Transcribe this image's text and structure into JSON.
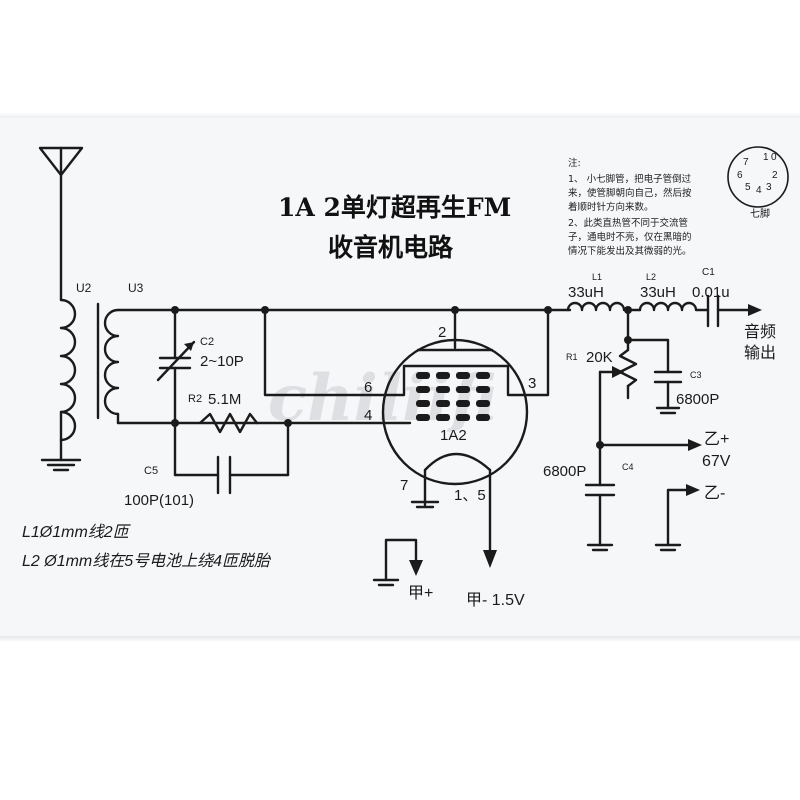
{
  "title": {
    "line1": "1A 2单灯超再生FM",
    "line2": "收音机电路"
  },
  "notes": {
    "heading": "注:",
    "lines": [
      "1、  小七脚管，把电子管倒过",
      "来，使管脚朝向自己，然后按",
      "着顺时针方向来数。",
      "2、此类直热管不同于交流管",
      "子，通电时不亮，仅在黑暗的",
      "情况下能发出及其微弱的光。"
    ]
  },
  "pinout": {
    "pins": [
      "7",
      "1",
      "0",
      "6",
      "2",
      "5",
      "4",
      "3"
    ],
    "label": "七脚"
  },
  "components": {
    "u2": "U2",
    "u3": "U3",
    "c2": "C2",
    "c2_value": "2~10P",
    "r2": "R2",
    "r2_value": "5.1M",
    "c5": "C5",
    "c5_value": "100P(101)",
    "tube": "1A2",
    "l1": "L1",
    "l1_value": "33uH",
    "l2": "L2",
    "l2_value": "33uH",
    "c1": "C1",
    "c1_value": "0.01u",
    "r1": "R1",
    "r1_value": "20K",
    "c3": "C3",
    "c3_value": "6800P",
    "c4": "C4",
    "c4_value": "6800P"
  },
  "pins": {
    "p2": "2",
    "p3": "3",
    "p4": "4",
    "p6": "6",
    "p7": "7",
    "p15": "1、5"
  },
  "outputs": {
    "audio_line1": "音频",
    "audio_line2": "输出",
    "b_plus": "乙+",
    "b_plus_voltage": "67V",
    "b_minus": "乙-",
    "a_plus": "甲+",
    "a_minus": "甲- 1.5V"
  },
  "coil_notes": {
    "l1": "L1Ø1mm线2匝",
    "l2": "L2 Ø1mm线在5号电池上绕4匝脱胎"
  },
  "watermark": "chiliifi"
}
